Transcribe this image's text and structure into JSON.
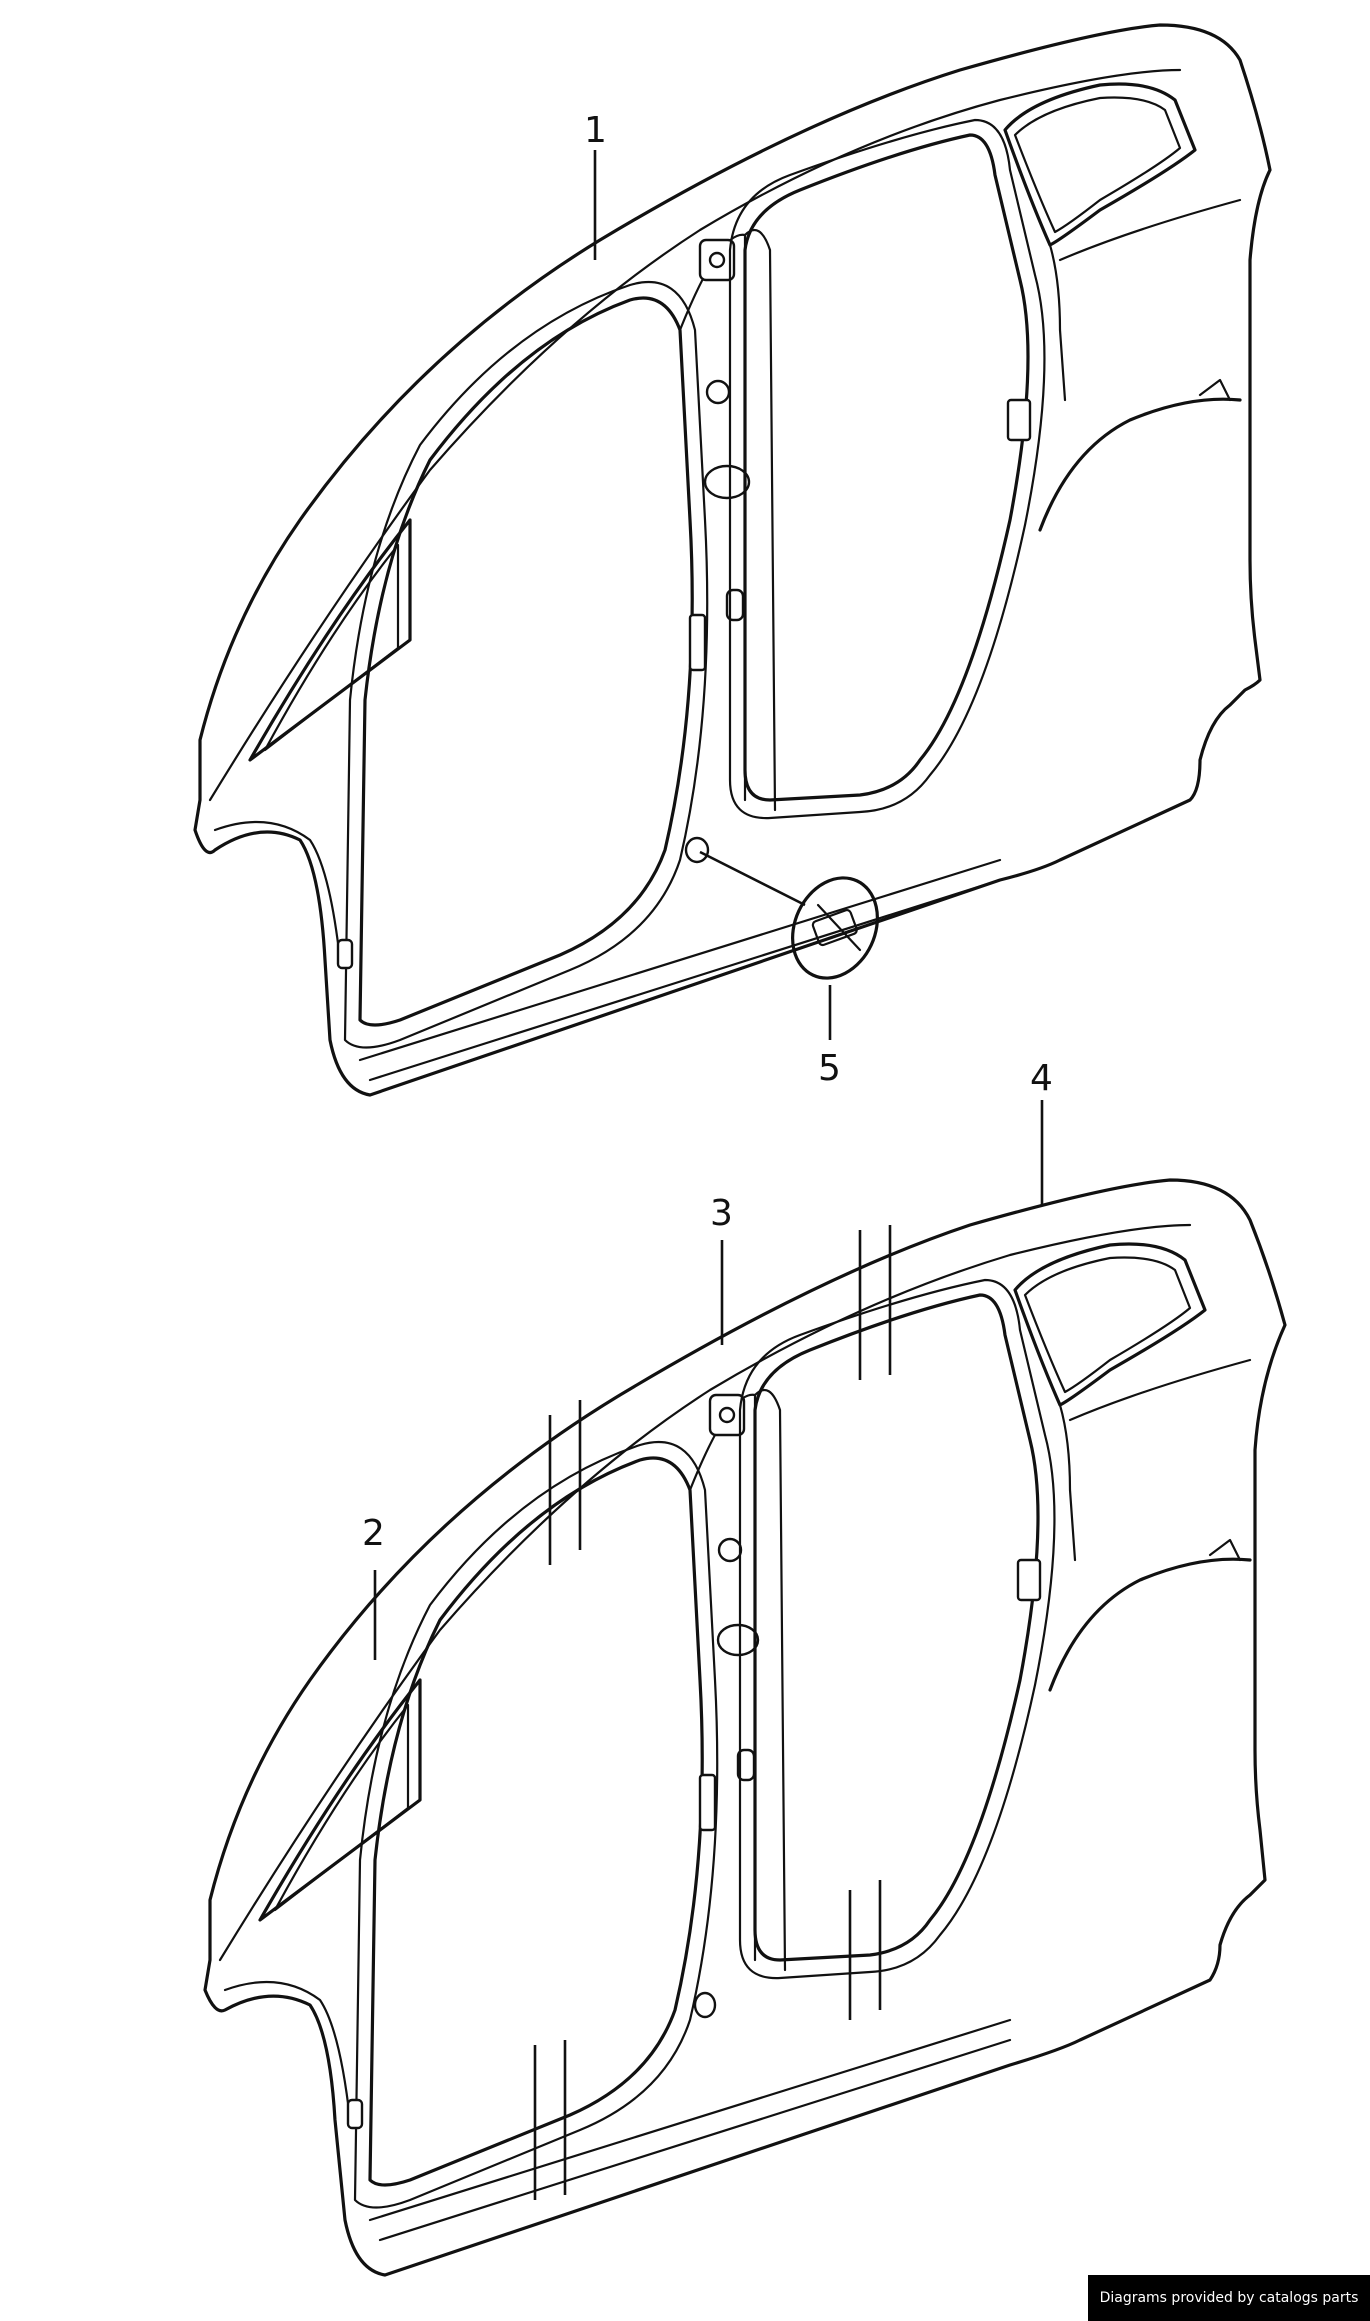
{
  "callouts": [
    {
      "id": "1",
      "label": "1"
    },
    {
      "id": "2",
      "label": "2"
    },
    {
      "id": "3",
      "label": "3"
    },
    {
      "id": "4",
      "label": "4"
    },
    {
      "id": "5",
      "label": "5"
    }
  ],
  "watermark": "Diagrams provided by catalogs parts"
}
